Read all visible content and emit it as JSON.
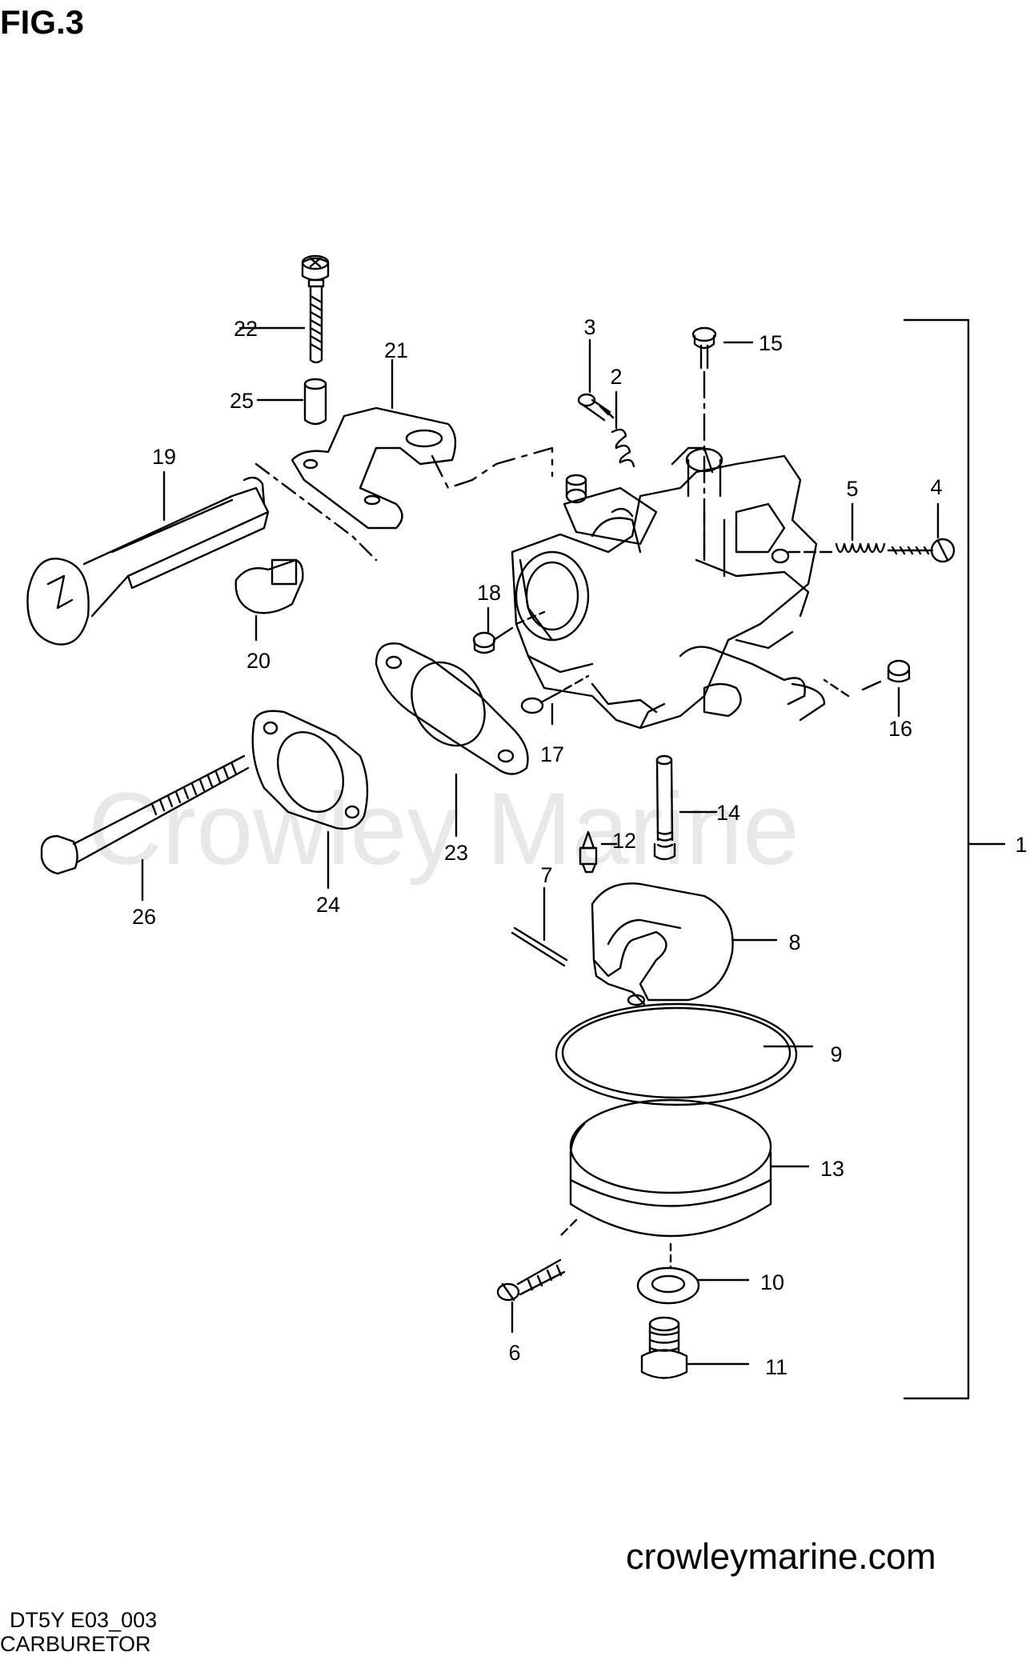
{
  "figure": {
    "title": "FIG.3",
    "model_code": "DT5Y E03_003",
    "section_name": "CARBURETOR",
    "website": "crowleymarine.com",
    "watermark": "Crowley Marine"
  },
  "callouts": [
    {
      "id": "c1",
      "number": "1",
      "part": "carburetor-assembly-bracket"
    },
    {
      "id": "c2",
      "number": "2",
      "part": "spring"
    },
    {
      "id": "c3",
      "number": "3",
      "part": "screw"
    },
    {
      "id": "c4",
      "number": "4",
      "part": "screw"
    },
    {
      "id": "c5",
      "number": "5",
      "part": "spring"
    },
    {
      "id": "c6",
      "number": "6",
      "part": "screw"
    },
    {
      "id": "c7",
      "number": "7",
      "part": "pin"
    },
    {
      "id": "c8",
      "number": "8",
      "part": "float"
    },
    {
      "id": "c9",
      "number": "9",
      "part": "gasket-ring"
    },
    {
      "id": "c10",
      "number": "10",
      "part": "washer"
    },
    {
      "id": "c11",
      "number": "11",
      "part": "bolt"
    },
    {
      "id": "c12",
      "number": "12",
      "part": "needle-valve"
    },
    {
      "id": "c13",
      "number": "13",
      "part": "float-chamber"
    },
    {
      "id": "c14",
      "number": "14",
      "part": "main-jet-nozzle"
    },
    {
      "id": "c15",
      "number": "15",
      "part": "screw"
    },
    {
      "id": "c16",
      "number": "16",
      "part": "screw"
    },
    {
      "id": "c17",
      "number": "17",
      "part": "screw"
    },
    {
      "id": "c18",
      "number": "18",
      "part": "screw"
    },
    {
      "id": "c19",
      "number": "19",
      "part": "choke-knob"
    },
    {
      "id": "c20",
      "number": "20",
      "part": "grommet"
    },
    {
      "id": "c21",
      "number": "21",
      "part": "choke-lever-bracket"
    },
    {
      "id": "c22",
      "number": "22",
      "part": "bolt"
    },
    {
      "id": "c23",
      "number": "23",
      "part": "gasket"
    },
    {
      "id": "c24",
      "number": "24",
      "part": "insulator-gasket"
    },
    {
      "id": "c25",
      "number": "25",
      "part": "collar"
    },
    {
      "id": "c26",
      "number": "26",
      "part": "long-bolt"
    }
  ],
  "colors": {
    "ink": "#000000",
    "paper": "#ffffff",
    "watermark": "#e6e6e6"
  }
}
